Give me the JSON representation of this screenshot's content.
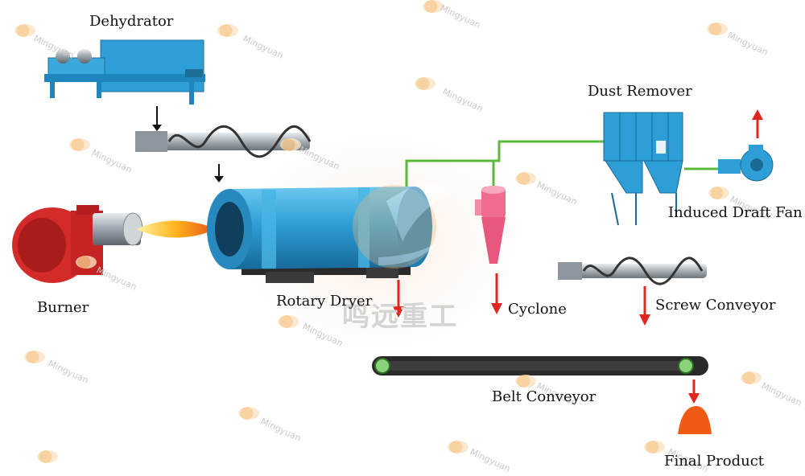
{
  "labels": {
    "dehydrator": "Dehydrator",
    "burner": "Burner",
    "rotary_dryer": "Rotary Dryer",
    "cyclone": "Cyclone",
    "dust_remover": "Dust Remover",
    "induced_draft_fan": "Induced Draft Fan",
    "screw_conveyor": "Screw Conveyor",
    "belt_conveyor": "Belt Conveyor",
    "final_product": "Final Product"
  },
  "watermark": {
    "text": "Mingyuan",
    "center_text": "鸣远重工"
  },
  "colors": {
    "flow_arrow": "#e0261e",
    "feed_arrow": "#111111",
    "air_pipe": "#5bb83a",
    "equipment_blue": "#2e9fd6",
    "burner_red": "#d32a2a",
    "cyclone_pink": "#f06c8e",
    "product_orange": "#f05a14"
  }
}
